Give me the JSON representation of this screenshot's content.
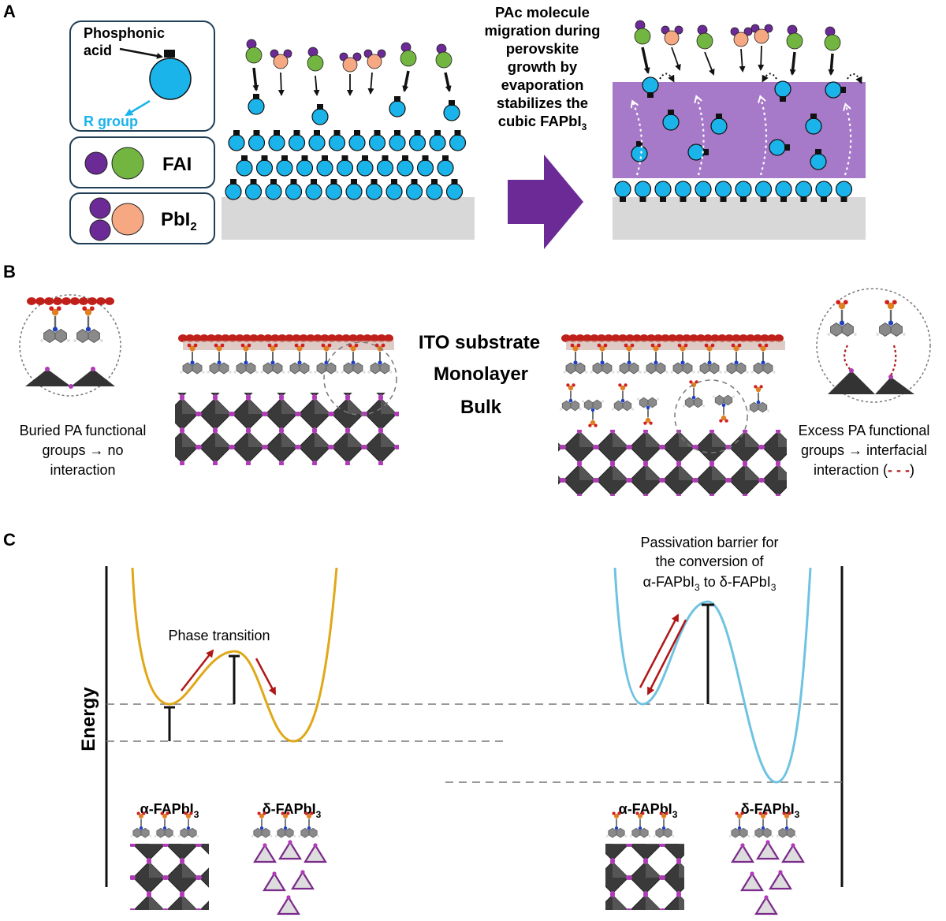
{
  "panels": {
    "a": "A",
    "b": "B",
    "c": "C"
  },
  "panel_a": {
    "legend": {
      "phosphonic_acid": "Phosphonic",
      "phosphonic_acid_2": "acid",
      "r_group": "R group",
      "fai": "FAI",
      "pbi2": "PbI",
      "pbi2_sub": "2"
    },
    "caption": [
      "PAc molecule",
      "migration during",
      "perovskite",
      "growth by",
      "evaporation",
      "stabilizes the"
    ],
    "caption_last": "cubic FAPbI",
    "caption_last_sub": "3"
  },
  "panel_b": {
    "labels": {
      "ito": "ITO substrate",
      "monolayer": "Monolayer",
      "bulk": "Bulk"
    },
    "left_note": [
      "Buried PA functional",
      "groups → no",
      "interaction"
    ],
    "right_note": [
      "Excess PA functional",
      "groups → interfacial",
      "interaction ("
    ],
    "right_note_dash": "- - -",
    "right_note_end": ")"
  },
  "panel_c": {
    "y_label": "Energy",
    "phase_transition": "Phase transition",
    "passivation": [
      "Passivation barrier for",
      "the conversion of"
    ],
    "passivation_line3": {
      "a": "α-FAPbI",
      "sub": "3",
      "mid": " to δ-FAPbI",
      "sub2": "3"
    },
    "alpha": "α-FAPbI",
    "delta": "δ-FAPbI",
    "sub": "3"
  },
  "colors": {
    "blue": "#1ab3ea",
    "green": "#72b540",
    "purple": "#6b2a96",
    "peach": "#f5a882",
    "gold": "#e0a818",
    "lightblue": "#6fc3e2",
    "arrow_red": "#b01818",
    "violet_band": "#a679c9",
    "big_arrow": "#6c2a96",
    "ito_red": "#c0201a"
  }
}
